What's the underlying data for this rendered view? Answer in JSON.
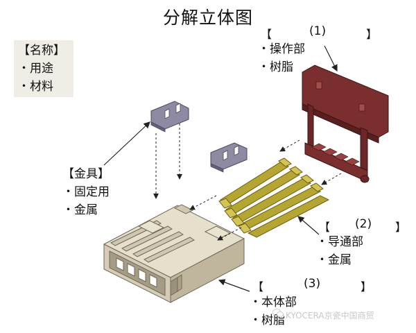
{
  "title": "分解立体图",
  "legend": {
    "name": "【名称】",
    "use": "・用途",
    "material": "・材料"
  },
  "metal_parts": {
    "name": "【金具】",
    "use": "・固定用",
    "material": "・金属"
  },
  "part1": {
    "open": "【",
    "number": "(1)",
    "close": "】",
    "use": "・操作部",
    "material": "・树脂",
    "color": "#7a2e2e"
  },
  "part2": {
    "open": "【",
    "number": "(2)",
    "close": "】",
    "use": "・导通部",
    "material": "・金属",
    "color": "#b5a531"
  },
  "part3": {
    "open": "【",
    "number": "(3)",
    "close": "】",
    "use": "・本体部",
    "material": "・树脂",
    "color": "#d9d2bf"
  },
  "watermark": "KYOCERA京瓷中国商贸",
  "watermark_icon": "wechat-icon"
}
